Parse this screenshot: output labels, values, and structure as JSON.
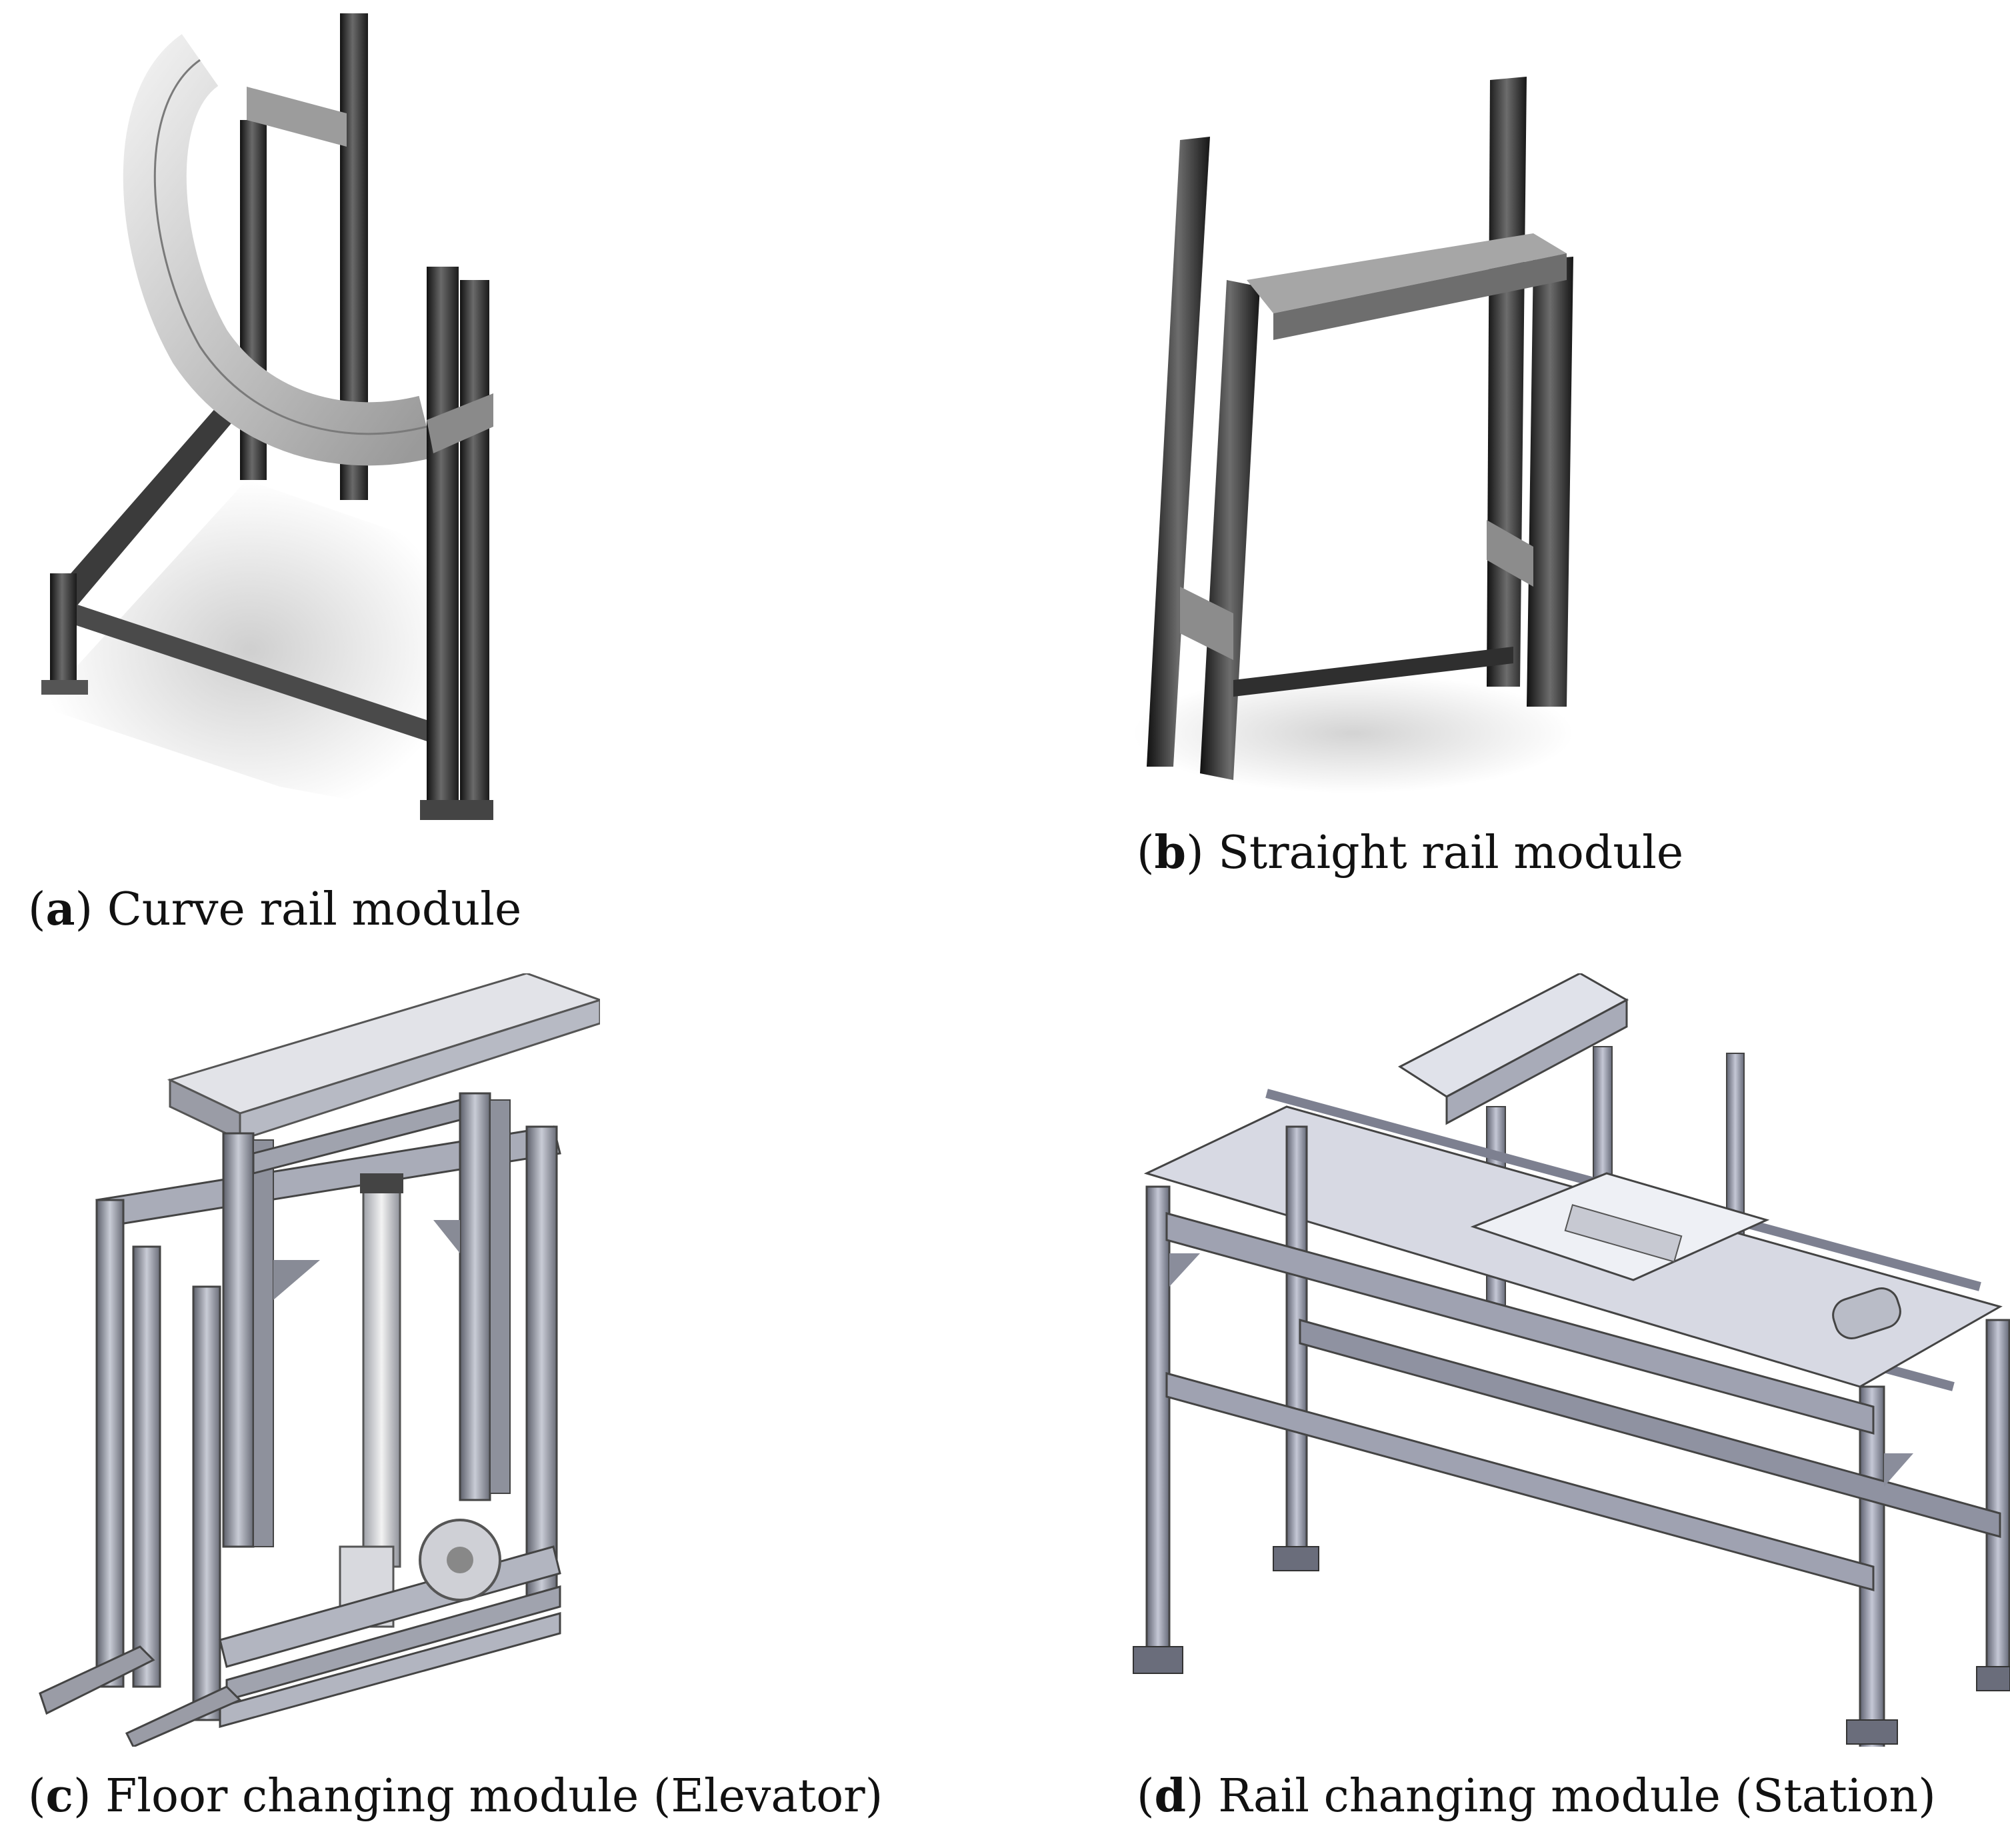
{
  "figure": {
    "panels": [
      {
        "letter": "a",
        "caption": "Curve rail module",
        "illustration": "curve-rail-module-render"
      },
      {
        "letter": "b",
        "caption": "Straight rail module",
        "illustration": "straight-rail-module-render"
      },
      {
        "letter": "c",
        "caption": "Floor changing module (Elevator)",
        "illustration": "elevator-module-render"
      },
      {
        "letter": "d",
        "caption": "Rail changing module (Station)",
        "illustration": "station-module-render"
      }
    ]
  },
  "colors": {
    "dark_frame": "#2b2b2b",
    "light_frame": "#b9bdca",
    "rail_gray": "#c8c8c8",
    "shadow": "#d9d9d9"
  }
}
